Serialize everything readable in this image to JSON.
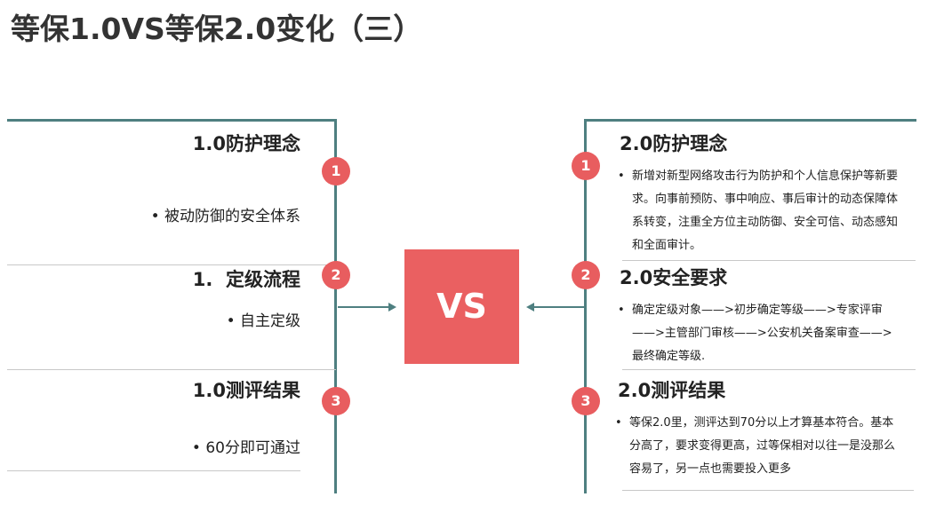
{
  "title": "等保1.0VS等保2.0变化（三）",
  "vs_label": "VS",
  "colors": {
    "accent": "#ea6061",
    "line": "#4e7f80"
  },
  "left": {
    "sections": [
      {
        "number": "1",
        "heading": "1.0防护理念",
        "bullet": "被动防御的安全体系"
      },
      {
        "number": "2",
        "heading": "1.  定级流程",
        "bullet": "自主定级"
      },
      {
        "number": "3",
        "heading": "1.0测评结果",
        "bullet": "60分即可通过"
      }
    ]
  },
  "right": {
    "sections": [
      {
        "number": "1",
        "heading": "2.0防护理念",
        "bullet": "新增对新型网络攻击行为防护和个人信息保护等新要求。向事前预防、事中响应、事后审计的动态保障体系转变，注重全方位主动防御、安全可信、动态感知和全面审计。"
      },
      {
        "number": "2",
        "heading": "2.0安全要求",
        "bullet": "确定定级对象——>初步确定等级——>专家评审——>主管部门审核——>公安机关备案审查——>最终确定等级."
      },
      {
        "number": "3",
        "heading": "2.0测评结果",
        "bullet": "等保2.0里，测评达到70分以上才算基本符合。基本分高了，要求变得更高，过等保相对以往一是没那么容易了，另一点也需要投入更多"
      }
    ]
  },
  "bullet_char": "•"
}
